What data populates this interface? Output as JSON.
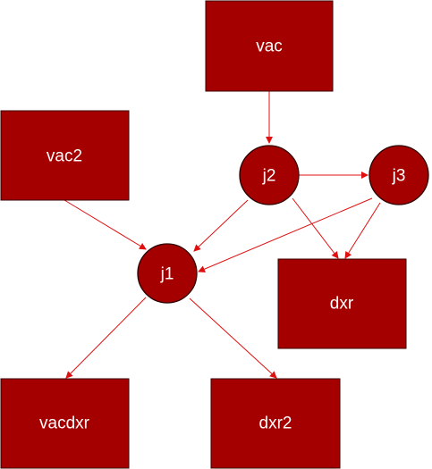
{
  "diagram": {
    "colors": {
      "node_fill": "#a50000",
      "node_stroke": "#3a0000",
      "edge": "#e01010",
      "label": "#ffffff"
    },
    "nodes": [
      {
        "id": "vac",
        "label": "vac",
        "shape": "rect"
      },
      {
        "id": "vac2",
        "label": "vac2",
        "shape": "rect"
      },
      {
        "id": "j2",
        "label": "j2",
        "shape": "circle"
      },
      {
        "id": "j3",
        "label": "j3",
        "shape": "circle"
      },
      {
        "id": "j1",
        "label": "j1",
        "shape": "circle"
      },
      {
        "id": "dxr",
        "label": "dxr",
        "shape": "rect"
      },
      {
        "id": "vacdxr",
        "label": "vacdxr",
        "shape": "rect"
      },
      {
        "id": "dxr2",
        "label": "dxr2",
        "shape": "rect"
      }
    ],
    "edges": [
      {
        "from": "vac",
        "to": "j2"
      },
      {
        "from": "vac2",
        "to": "j1"
      },
      {
        "from": "j2",
        "to": "j3"
      },
      {
        "from": "j2",
        "to": "j1"
      },
      {
        "from": "j2",
        "to": "dxr"
      },
      {
        "from": "j3",
        "to": "j1"
      },
      {
        "from": "j3",
        "to": "dxr"
      },
      {
        "from": "j1",
        "to": "vacdxr"
      },
      {
        "from": "j1",
        "to": "dxr2"
      }
    ]
  }
}
